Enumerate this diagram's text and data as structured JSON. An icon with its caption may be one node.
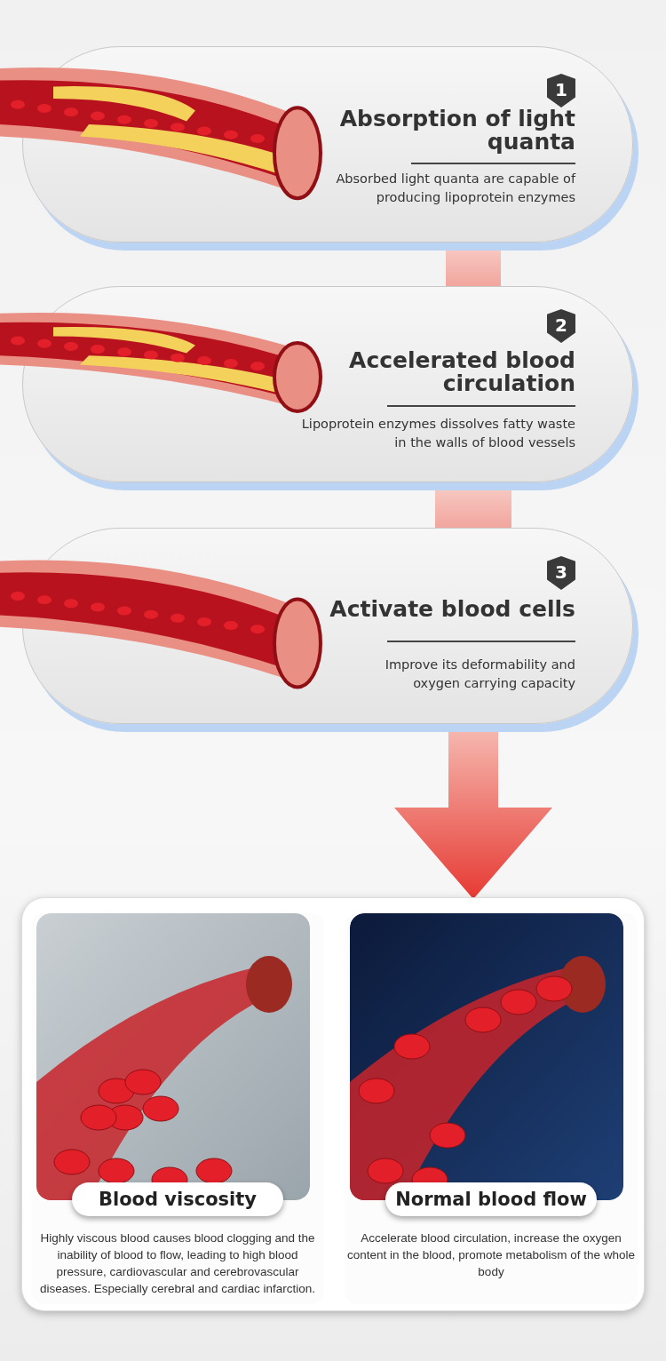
{
  "diagram": {
    "nodes": [
      {
        "text": [
          "1",
          "Absorption of light quanta",
          "Absorbed light quanta are capable of producing lipoprotein enzymes"
        ]
      },
      {
        "text": [
          "2",
          "Accelerated blood circulation",
          "Lipoprotein enzymes dissolves fatty waste in the walls of blood vessels"
        ]
      },
      {
        "text": [
          "3",
          "Activate blood cells",
          "Improve its deformability and oxygen carrying capacity"
        ]
      },
      {
        "text": [],
        "shape": "box"
      },
      {
        "text": [
          "Blood viscosity",
          "Highly viscous blood causes blood clogging and the inability of blood to flow, leading to high blood pressure, cardiovascular and cerebrovascular diseases. Especially cerebral and cardiac infarction."
        ],
        "in": 3
      },
      {
        "text": [
          "Normal blood flow",
          "Accelerate blood circulation, increase the oxygen content in the blood, promote metabolism of the whole body"
        ],
        "in": 3
      }
    ],
    "edges": [
      {
        "from": 0,
        "to": 1,
        "arrow": "none",
        "style": "thick"
      },
      {
        "from": 1,
        "to": 2,
        "arrow": "none",
        "style": "thick"
      },
      {
        "from": 2,
        "to": 3,
        "arrow": "to",
        "style": "thick"
      }
    ]
  }
}
